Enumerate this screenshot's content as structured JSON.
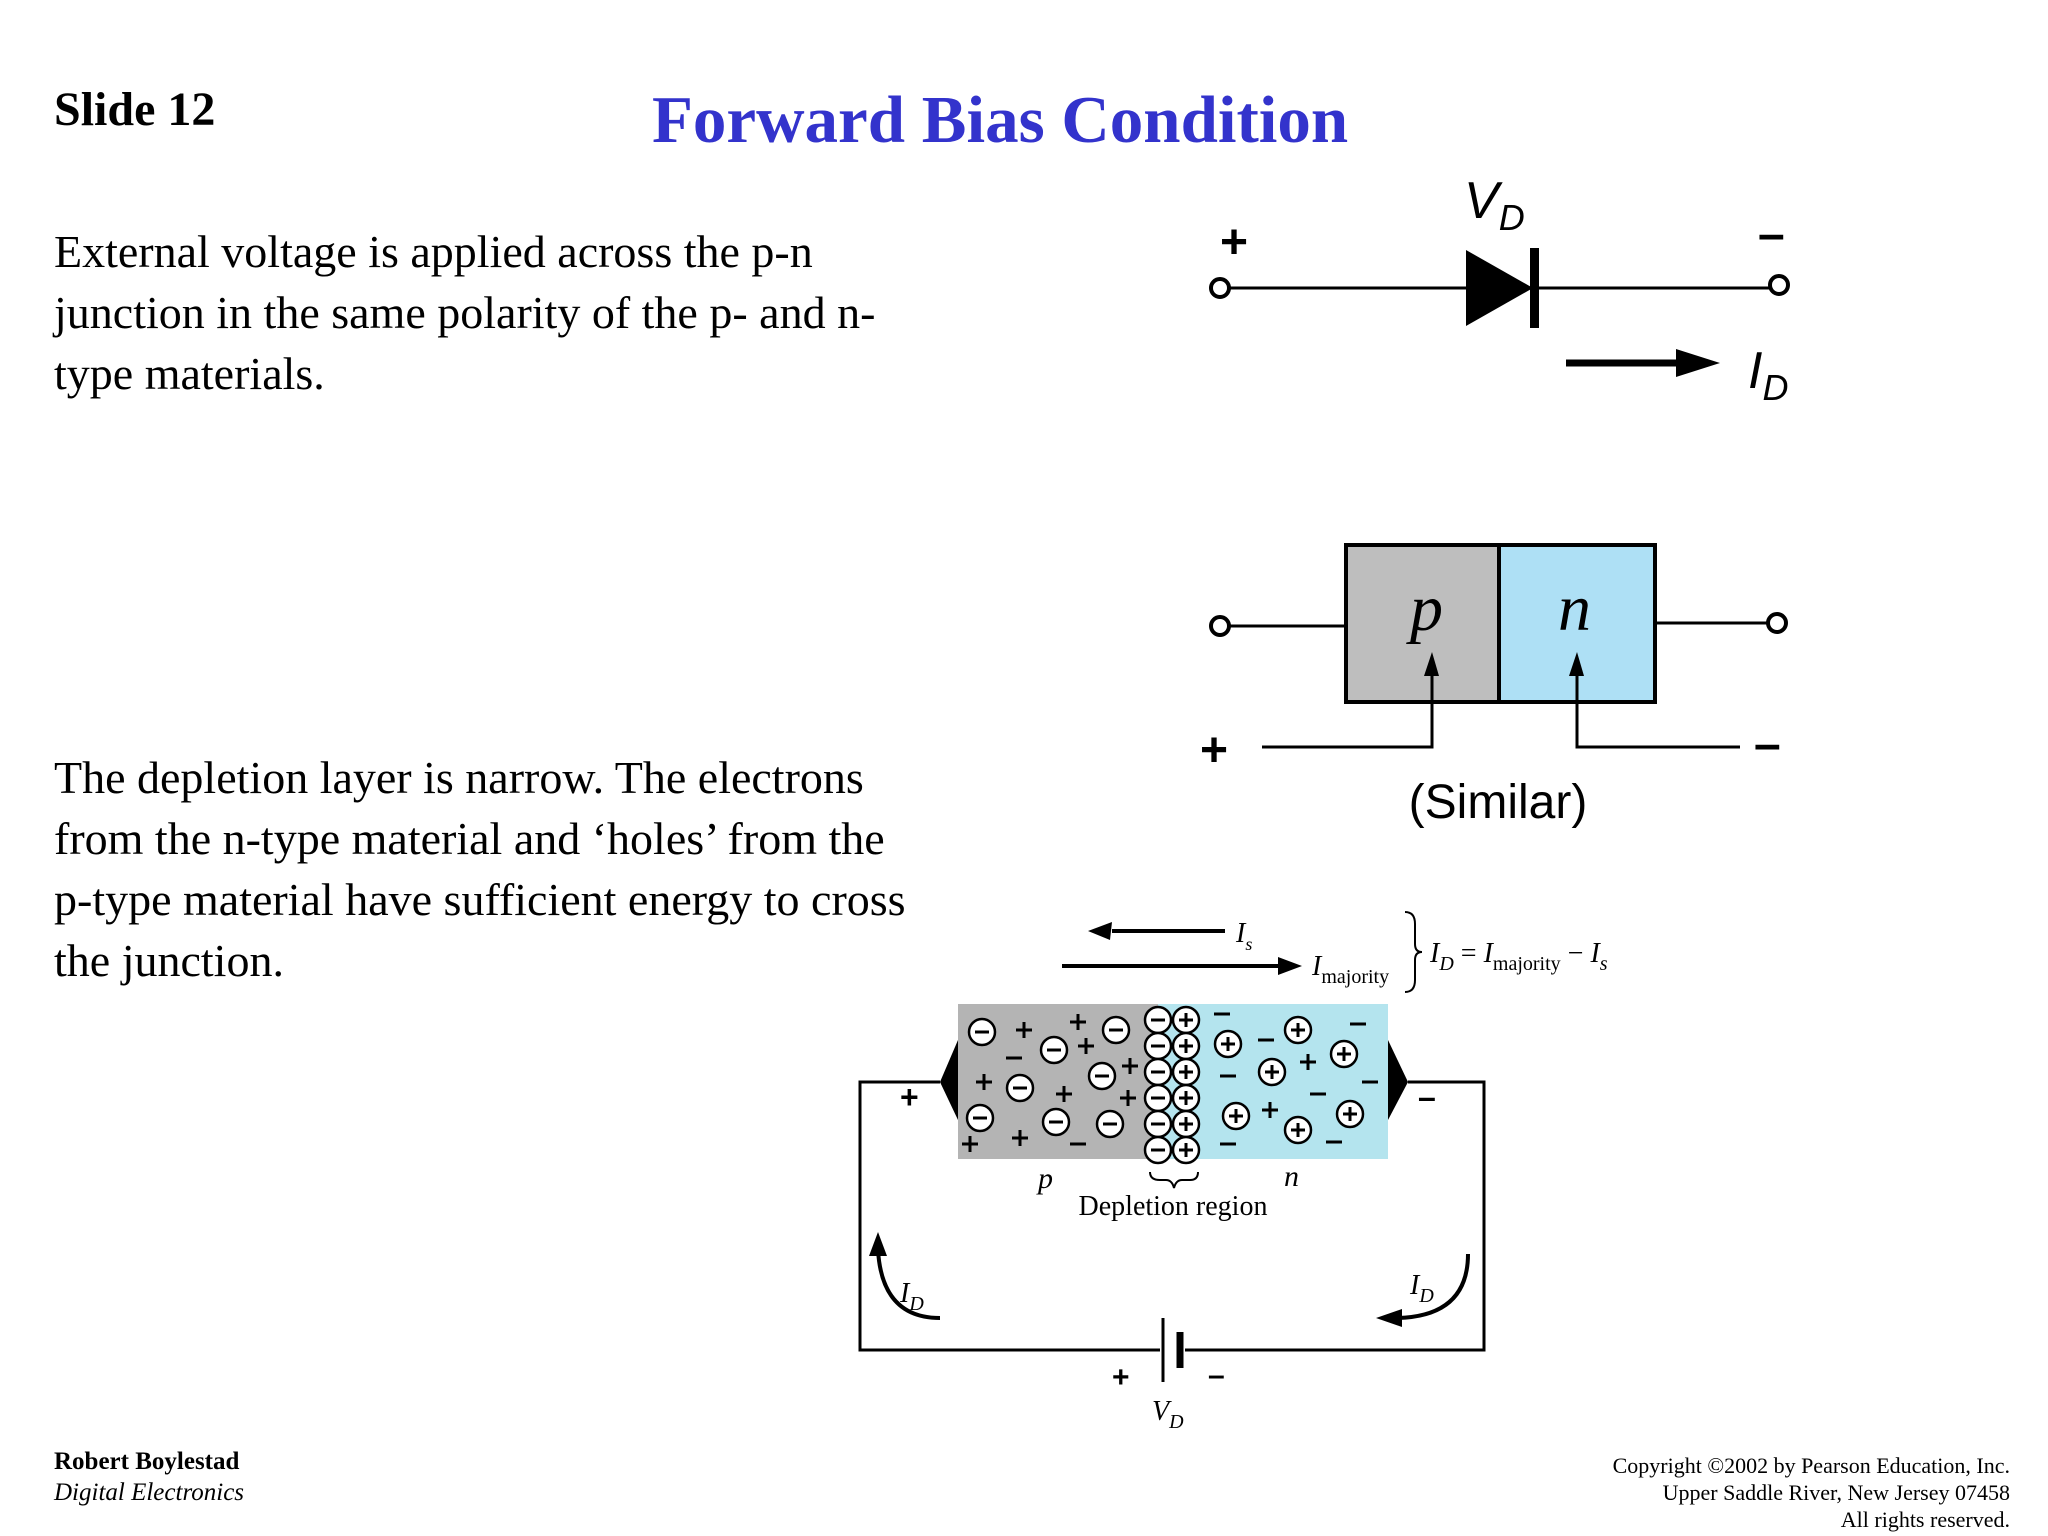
{
  "slide_label": "Slide 12",
  "title": "Forward Bias Condition",
  "paragraph1": "External voltage is applied across the p-n junction in the same polarity of the p- and n-type materials.",
  "paragraph2": "The depletion layer is narrow. The electrons from the n-type material and ‘holes’ from the p-type material have sufficient energy to cross the junction.",
  "diagram_symbol": {
    "vd_main": "V",
    "vd_sub": "D",
    "id_main": "I",
    "id_sub": "D",
    "plus": "+",
    "minus": "–"
  },
  "diagram_pn": {
    "p_label": "p",
    "n_label": "n",
    "caption": "(Similar)",
    "plus": "+",
    "minus": "–",
    "colors": {
      "p_region": "#bebebe",
      "n_region": "#aee0f5"
    }
  },
  "diagram_depletion": {
    "is_main": "I",
    "is_sub": "s",
    "imaj_main": "I",
    "imaj_sub": "majority",
    "eq_id_main": "I",
    "eq_id_sub": "D",
    "eq_equals": " = ",
    "eq_imaj_main": "I",
    "eq_imaj_sub": "majority",
    "eq_minus": " − ",
    "eq_is_main": "I",
    "eq_is_sub": "s",
    "p_label": "p",
    "n_label": "n",
    "depletion_label": "Depletion region",
    "id_left_main": "I",
    "id_left_sub": "D",
    "id_right_main": "I",
    "id_right_sub": "D",
    "vd_main": "V",
    "vd_sub": "D",
    "plus": "+",
    "minus": "–",
    "colors": {
      "p_region": "#b4b4b4",
      "n_region": "#b4e4ee"
    }
  },
  "footer": {
    "author": "Robert Boylestad",
    "course": "Digital Electronics",
    "copyright_line1": "Copyright ©2002 by Pearson Education, Inc.",
    "copyright_line2": "Upper Saddle River, New Jersey 07458",
    "copyright_line3": "All rights reserved."
  }
}
